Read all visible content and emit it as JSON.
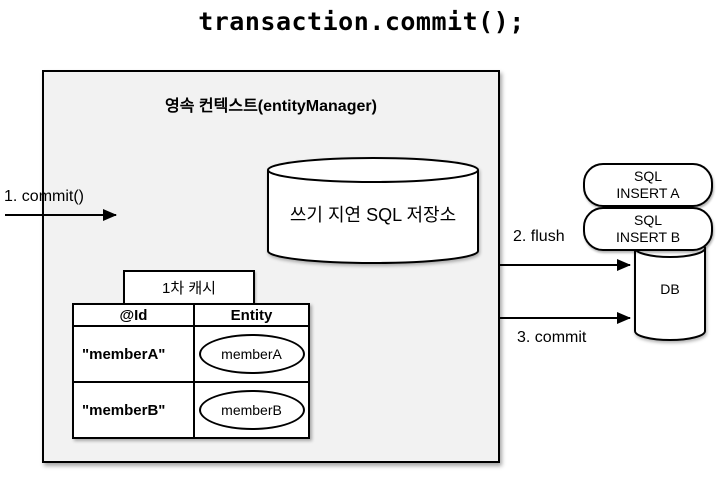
{
  "title": "transaction.commit();",
  "persistence_context": {
    "label": "영속 컨텍스트(entityManager)",
    "write_behind_store": {
      "label": "쓰기 지연 SQL 저장소"
    },
    "first_level_cache": {
      "label": "1차 캐시",
      "table": {
        "headers": [
          "@Id",
          "Entity"
        ],
        "rows": [
          {
            "id": "\"memberA\"",
            "entity": "memberA"
          },
          {
            "id": "\"memberB\"",
            "entity": "memberB"
          }
        ]
      }
    }
  },
  "flow_steps": {
    "commit1": "1. commit()",
    "flush": "2. flush",
    "commit2": "3. commit"
  },
  "database": {
    "label": "DB",
    "sql_statements": [
      {
        "line1": "SQL",
        "line2": "INSERT A"
      },
      {
        "line1": "SQL",
        "line2": "INSERT B"
      }
    ]
  },
  "colors": {
    "context_box_fill": "#f2f2f2",
    "shape_fill": "#ffffff",
    "stroke": "#000000"
  }
}
